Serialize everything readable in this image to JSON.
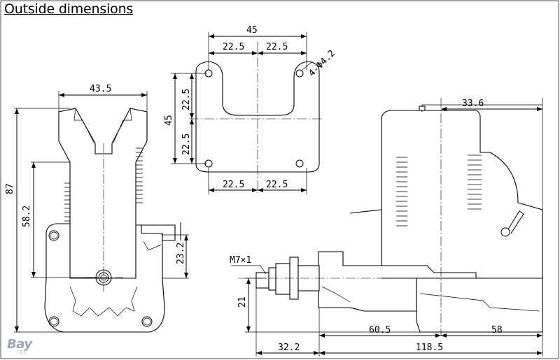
{
  "title": "Outside dimensions",
  "logo": {
    "text": "Bay",
    "sub": "TEC"
  },
  "dimensions": {
    "front_width": "43.5",
    "total_height": "87",
    "crank_height": "58.2",
    "mount_height": "23.2",
    "mount_total_width": "45",
    "mount_half_w_top_left": "22.5",
    "mount_half_w_top_right": "22.5",
    "mount_half_w_bottom_left": "22.5",
    "mount_half_w_bottom_right": "22.5",
    "mount_total_height": "45",
    "mount_half_h_top": "22.5",
    "mount_half_h_bottom": "22.5",
    "holes": "4-Φ4.2",
    "carb_offset": "33.6",
    "thread": "M7×1",
    "shaft_height": "21",
    "prop_to_mount": "60.5",
    "mount_to_rear": "58",
    "prop_length": "32.2",
    "body_length": "118.5"
  }
}
